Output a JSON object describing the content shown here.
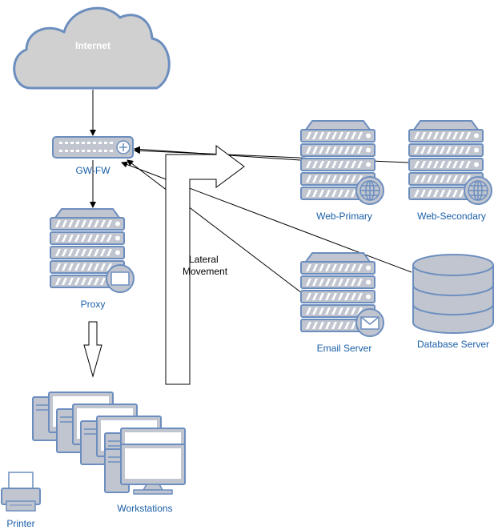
{
  "nodes": {
    "internet": "Internet",
    "gateway": "GW-FW",
    "proxy": "Proxy",
    "web_primary": "Web-Primary",
    "web_secondary": "Web-Secondary",
    "email_server": "Email Server",
    "database_server": "Database Server",
    "workstations": "Workstations",
    "printer": "Printer"
  },
  "annotation": {
    "line1": "Lateral",
    "line2": "Movement"
  },
  "colors": {
    "cloud_fill": "#d0d0d0",
    "device_fill": "#c0c5cf",
    "device_stroke": "#6c8ebf",
    "label": "#1a5fa8"
  }
}
